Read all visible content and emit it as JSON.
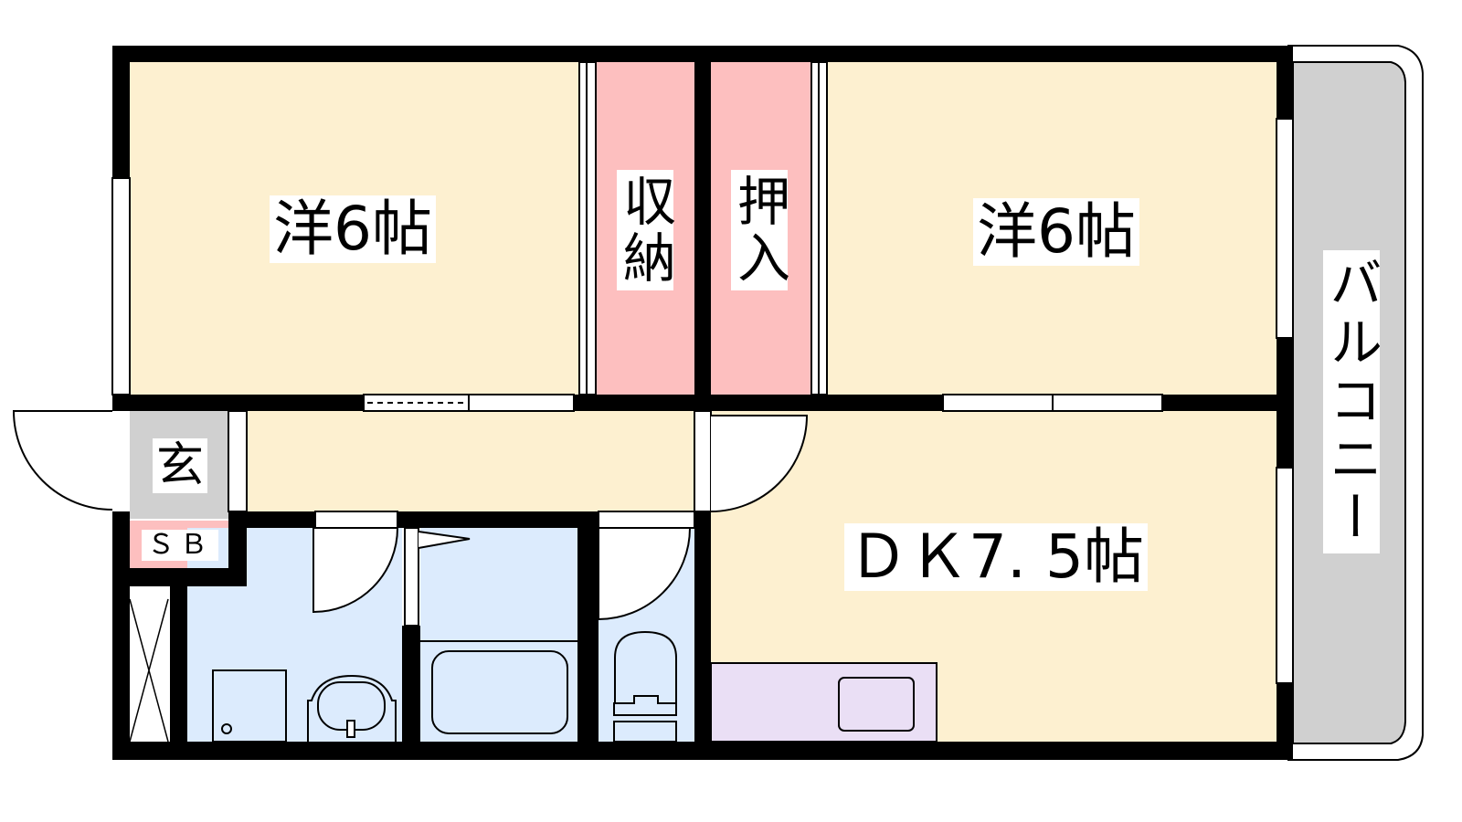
{
  "rooms": {
    "western_left": "洋6帖",
    "storage": "収納",
    "closet": "押入",
    "western_right": "洋6帖",
    "entrance": "玄",
    "shoe_box": "ＳＢ",
    "dining_kitchen": "ＤＫ7. 5帖",
    "balcony": "バルコニー"
  },
  "colors": {
    "room": "#fdf0d0",
    "storage": "#fdbfbf",
    "wet_area": "#dcebfd",
    "kitchen": "#eadff5",
    "entrance": "#d0d0d0",
    "wall": "#000000"
  }
}
